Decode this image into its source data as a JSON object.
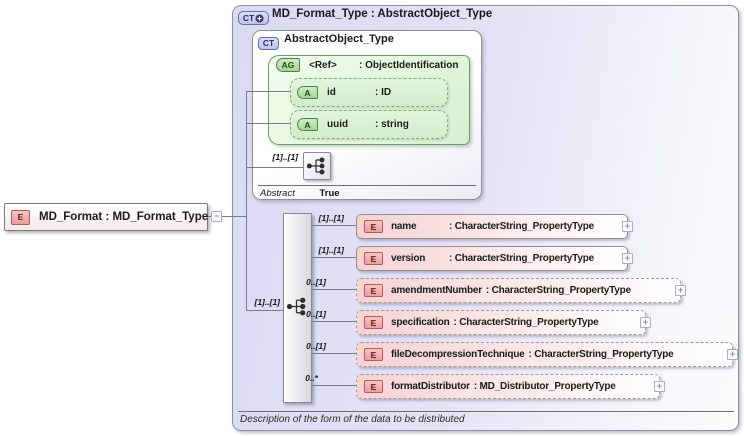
{
  "diagram": {
    "root": {
      "badge": "E",
      "label": "MD_Format : MD_Format_Type"
    },
    "icons": {
      "expand": "+",
      "collapse": "−"
    },
    "container": {
      "badge": "CT",
      "title": "MD_Format_Type : AbstractObject_Type",
      "description": "Description of the form of the data to be distributed"
    },
    "base_type": {
      "badge": "CT",
      "title": "AbstractObject_Type",
      "attribute_group": {
        "badge": "AG",
        "name": "<Ref>",
        "type": ": ObjectIdentification",
        "attributes": [
          {
            "badge": "A",
            "name": "id",
            "type": ": ID"
          },
          {
            "badge": "A",
            "name": "uuid",
            "type": ": string"
          }
        ]
      },
      "sequence_cardinality": "[1]..[1]",
      "abstract_label": "Abstract",
      "abstract_value": "True"
    },
    "sequence_cardinality": "[1]..[1]",
    "elements": [
      {
        "cardinality": "[1]..[1]",
        "badge": "E",
        "name": "name",
        "type": ": CharacterString_PropertyType"
      },
      {
        "cardinality": "[1]..[1]",
        "badge": "E",
        "name": "version",
        "type": ": CharacterString_PropertyType"
      },
      {
        "cardinality": "0..[1]",
        "badge": "E",
        "name": "amendmentNumber",
        "type": ": CharacterString_PropertyType"
      },
      {
        "cardinality": "0..[1]",
        "badge": "E",
        "name": "specification",
        "type": ": CharacterString_PropertyType"
      },
      {
        "cardinality": "0..[1]",
        "badge": "E",
        "name": "fileDecompressionTechnique",
        "type": ": CharacterString_PropertyType"
      },
      {
        "cardinality": "0..*",
        "badge": "E",
        "name": "formatDistributor",
        "type": ": MD_Distributor_PropertyType"
      }
    ],
    "colors": {
      "element_fill": "#f5d2d2",
      "attribute_fill": "#d7f0d0",
      "type_badge_fill": "#bfbfee",
      "container_fill": "#dbdaf3",
      "line": "#7b7b90"
    }
  }
}
